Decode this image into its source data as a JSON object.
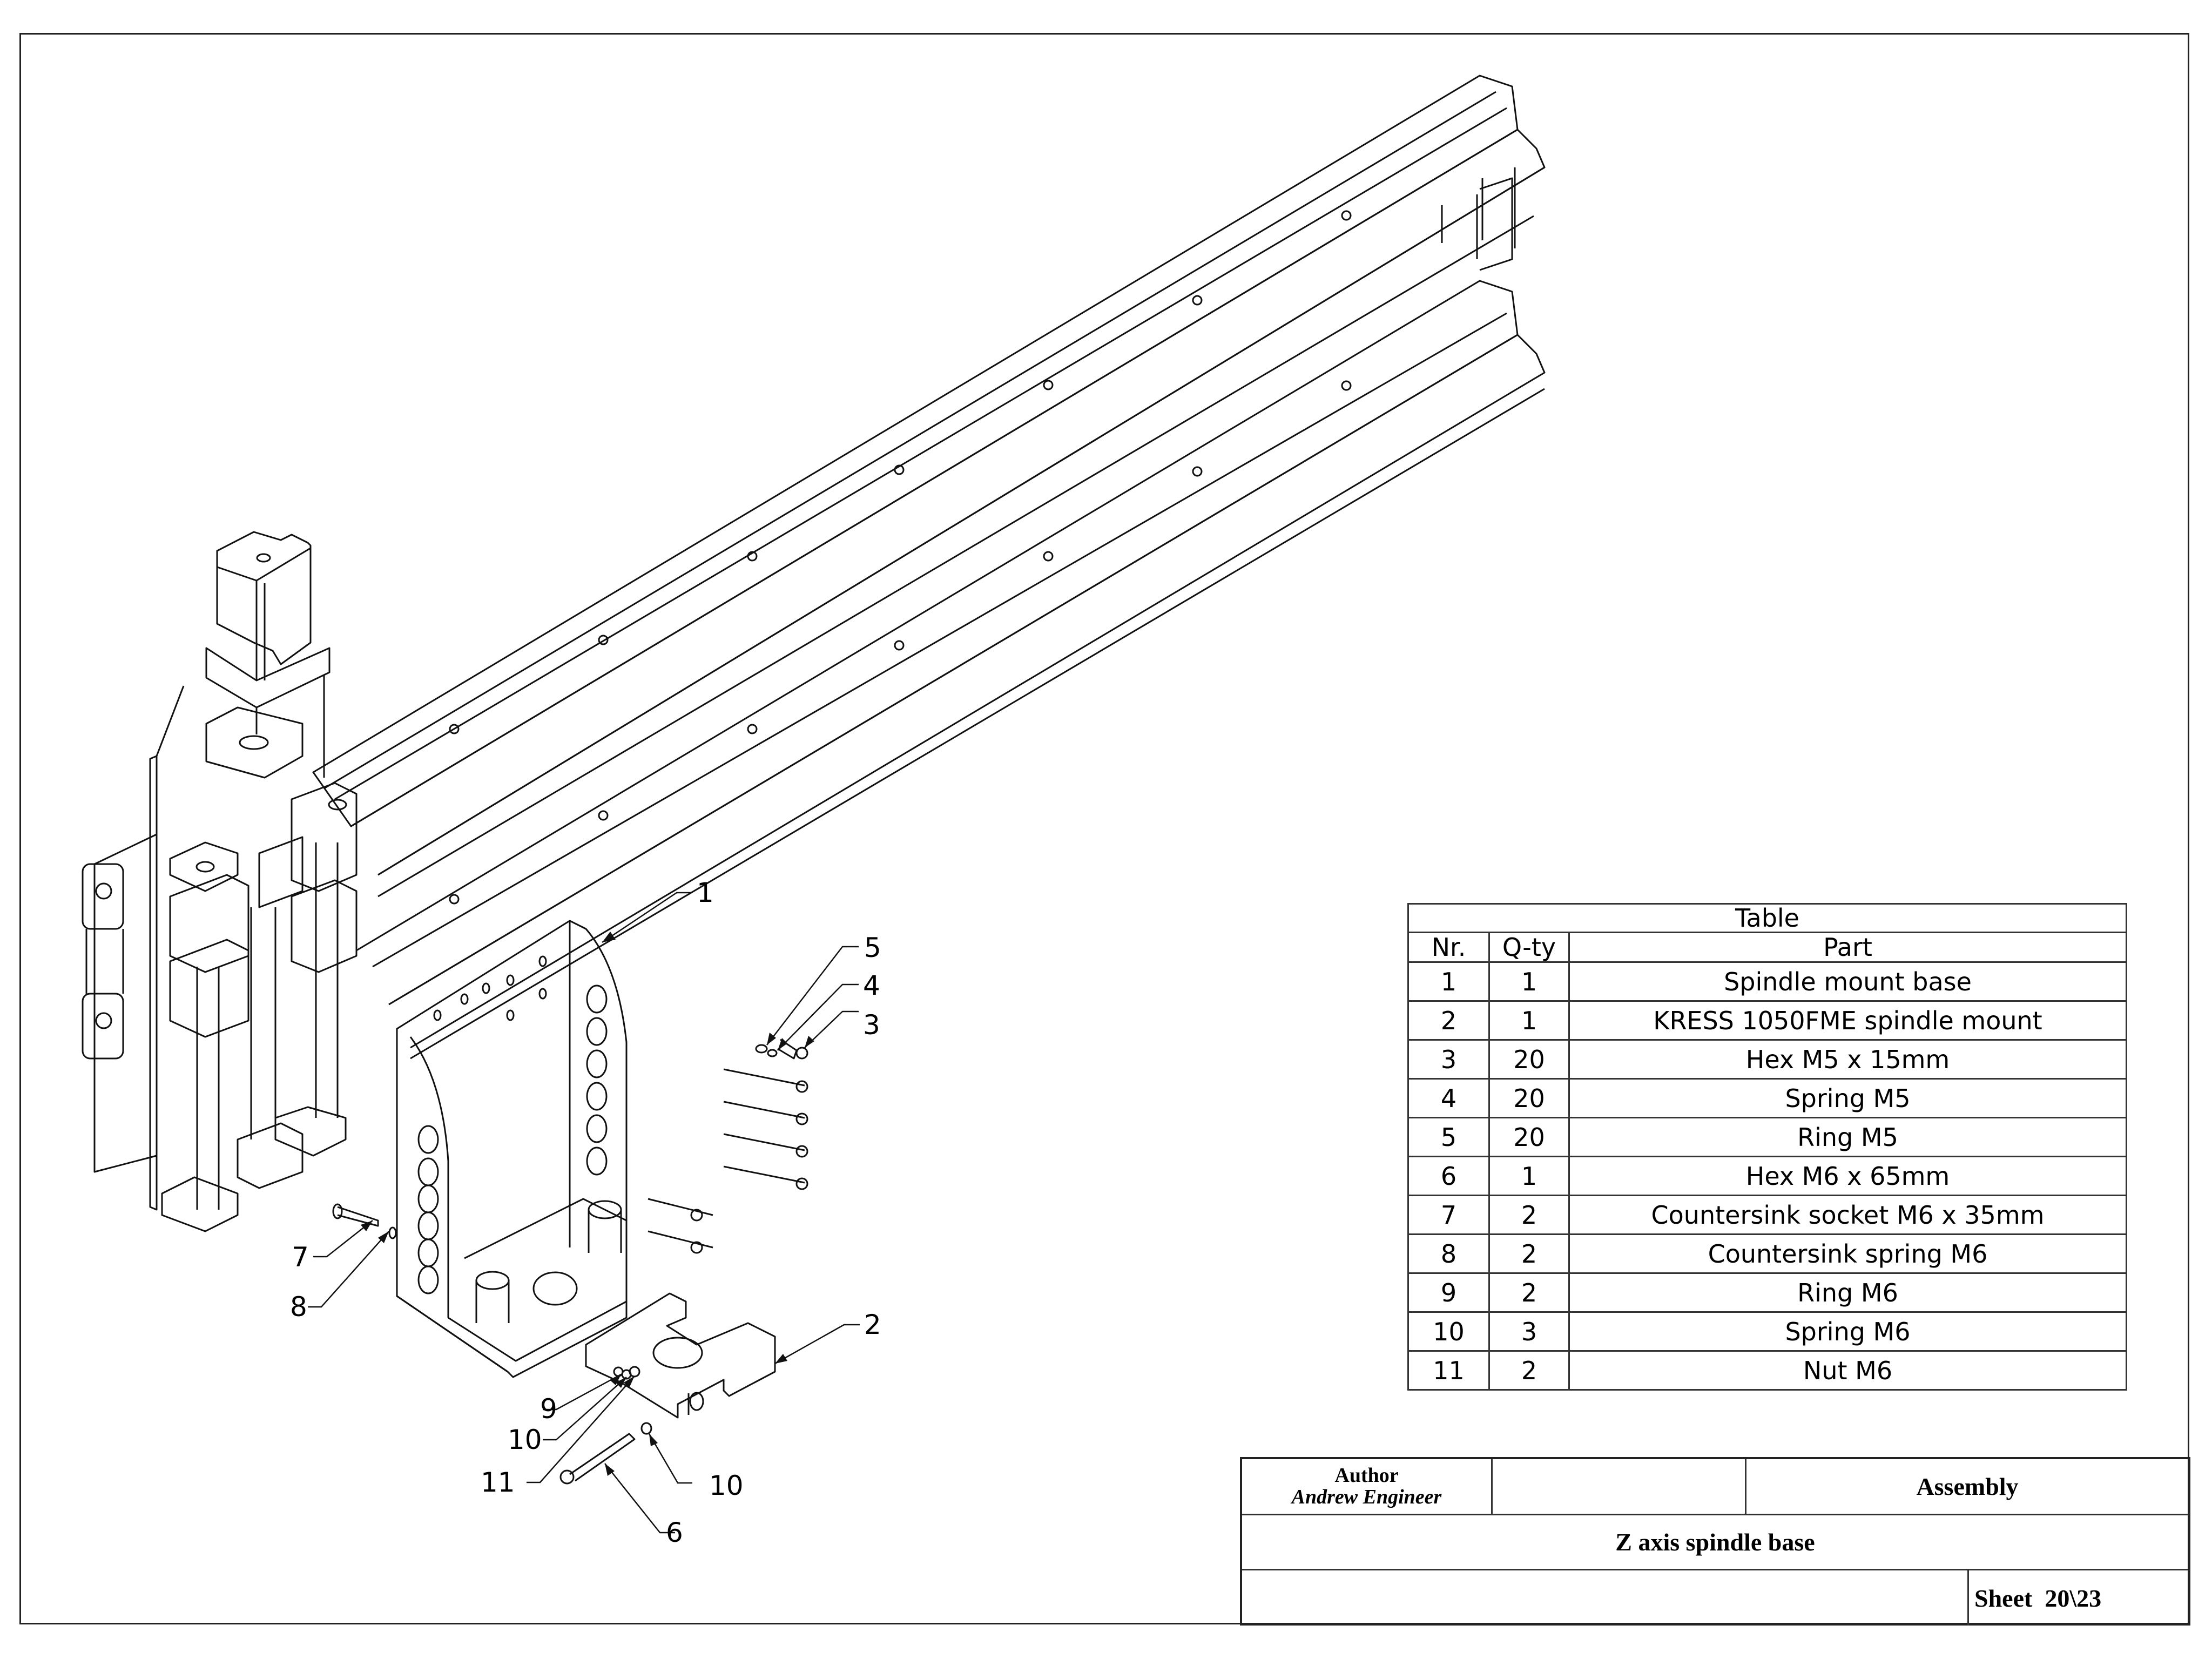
{
  "drawing": {
    "subject": "Z axis spindle base exploded assembly view",
    "components_shown": [
      "aluminium profile gantry beam",
      "linear rails",
      "stepper motor",
      "Z axis plate",
      "linear bearing blocks",
      "spindle mount base",
      "KRESS spindle clamp",
      "fasteners"
    ],
    "callouts": [
      {
        "id": "callout-1",
        "label": "1"
      },
      {
        "id": "callout-2",
        "label": "2"
      },
      {
        "id": "callout-3",
        "label": "3"
      },
      {
        "id": "callout-4",
        "label": "4"
      },
      {
        "id": "callout-5",
        "label": "5"
      },
      {
        "id": "callout-6",
        "label": "6"
      },
      {
        "id": "callout-7",
        "label": "7"
      },
      {
        "id": "callout-8",
        "label": "8"
      },
      {
        "id": "callout-9",
        "label": "9"
      },
      {
        "id": "callout-10a",
        "label": "10"
      },
      {
        "id": "callout-10b",
        "label": "10"
      },
      {
        "id": "callout-11",
        "label": "11"
      }
    ]
  },
  "parts_table": {
    "caption": "Table",
    "headers": {
      "nr": "Nr.",
      "qty": "Q-ty",
      "part": "Part"
    },
    "rows": [
      {
        "nr": "1",
        "qty": "1",
        "part": "Spindle mount base"
      },
      {
        "nr": "2",
        "qty": "1",
        "part": "KRESS 1050FME spindle mount"
      },
      {
        "nr": "3",
        "qty": "20",
        "part": "Hex M5 x 15mm"
      },
      {
        "nr": "4",
        "qty": "20",
        "part": "Spring M5"
      },
      {
        "nr": "5",
        "qty": "20",
        "part": "Ring M5"
      },
      {
        "nr": "6",
        "qty": "1",
        "part": "Hex M6 x 65mm"
      },
      {
        "nr": "7",
        "qty": "2",
        "part": "Countersink socket M6 x 35mm"
      },
      {
        "nr": "8",
        "qty": "2",
        "part": "Countersink spring M6"
      },
      {
        "nr": "9",
        "qty": "2",
        "part": "Ring M6"
      },
      {
        "nr": "10",
        "qty": "3",
        "part": "Spring M6"
      },
      {
        "nr": "11",
        "qty": "2",
        "part": "Nut M6"
      }
    ]
  },
  "title_block": {
    "author_label": "Author",
    "author_name": "Andrew Engineer",
    "document_type": "Assembly",
    "title": "Z axis spindle base",
    "sheet": "Sheet  20\\23"
  }
}
